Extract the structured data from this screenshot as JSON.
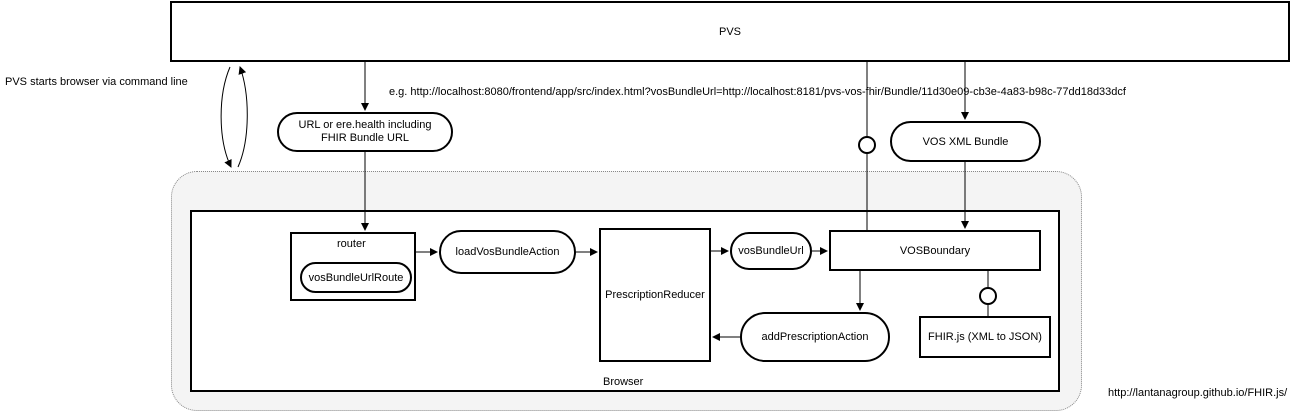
{
  "pvs": {
    "label": "PVS"
  },
  "browser_start_label": "PVS starts browser via command line",
  "example_url": "e.g. http://localhost:8080/frontend/app/src/index.html?vosBundleUrl=http://localhost:8181/pvs-vos-fhir/Bundle/11d30e09-cb3e-4a83-b98c-77dd18d33dcf",
  "url_pill": {
    "line1": "URL or ere.health including",
    "line2": "FHIR Bundle URL"
  },
  "vos_xml_bundle": "VOS XML Bundle",
  "browser_label": "Browser",
  "router": {
    "title": "router",
    "route": "vosBundleUrlRoute"
  },
  "load_action": "loadVosBundleAction",
  "prescription_reducer": "PrescriptionReducer",
  "vos_bundle_url": "vosBundleUrl",
  "vos_boundary": "VOSBoundary",
  "add_prescription_action": "addPrescriptionAction",
  "fhir_js": "FHIR.js (XML to JSON)",
  "fhir_js_link": "http://lantanagroup.github.io/FHIR.js/"
}
